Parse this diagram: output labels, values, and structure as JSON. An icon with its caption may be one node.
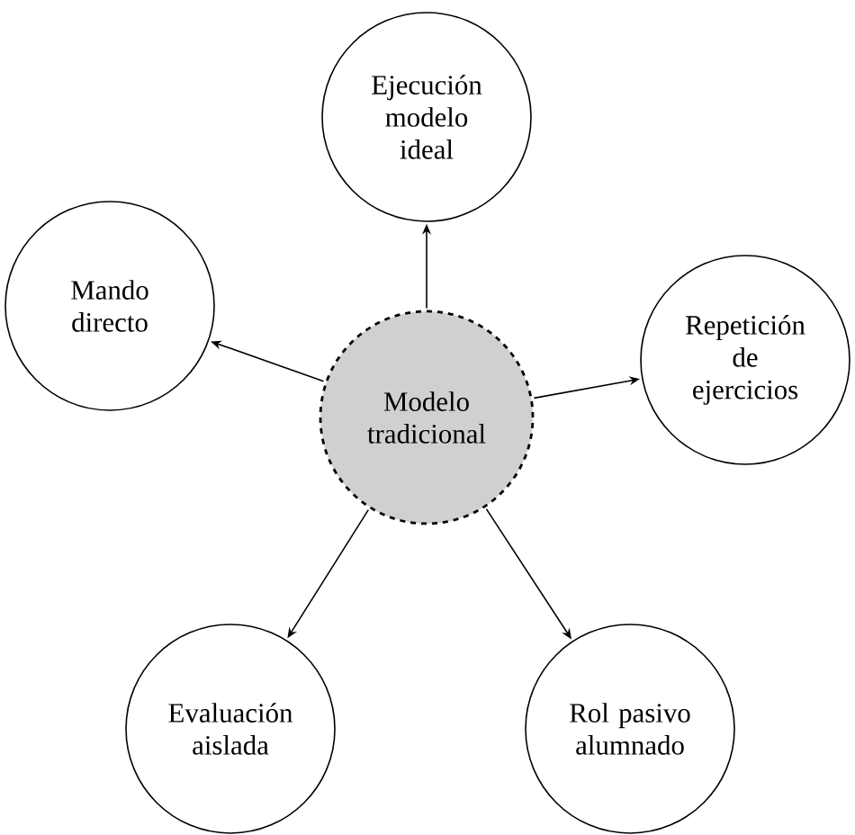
{
  "diagram": {
    "nodes": [
      {
        "text": [
          "Ejecución modelo ideal"
        ]
      },
      {
        "text": [
          "Mando directo"
        ]
      },
      {
        "text": [
          "Repetición de ejercicios"
        ]
      },
      {
        "text": [
          "Modelo tradicional"
        ]
      },
      {
        "text": [
          "Evaluación aislada"
        ]
      },
      {
        "text": [
          "Rol pasivo alumnado"
        ]
      }
    ],
    "edges": [
      {
        "from": 3,
        "to": 0,
        "arrow": "to"
      },
      {
        "from": 3,
        "to": 1,
        "arrow": "to"
      },
      {
        "from": 3,
        "to": 2,
        "arrow": "to"
      },
      {
        "from": 3,
        "to": 4,
        "arrow": "to"
      },
      {
        "from": 3,
        "to": 5,
        "arrow": "to"
      }
    ]
  }
}
